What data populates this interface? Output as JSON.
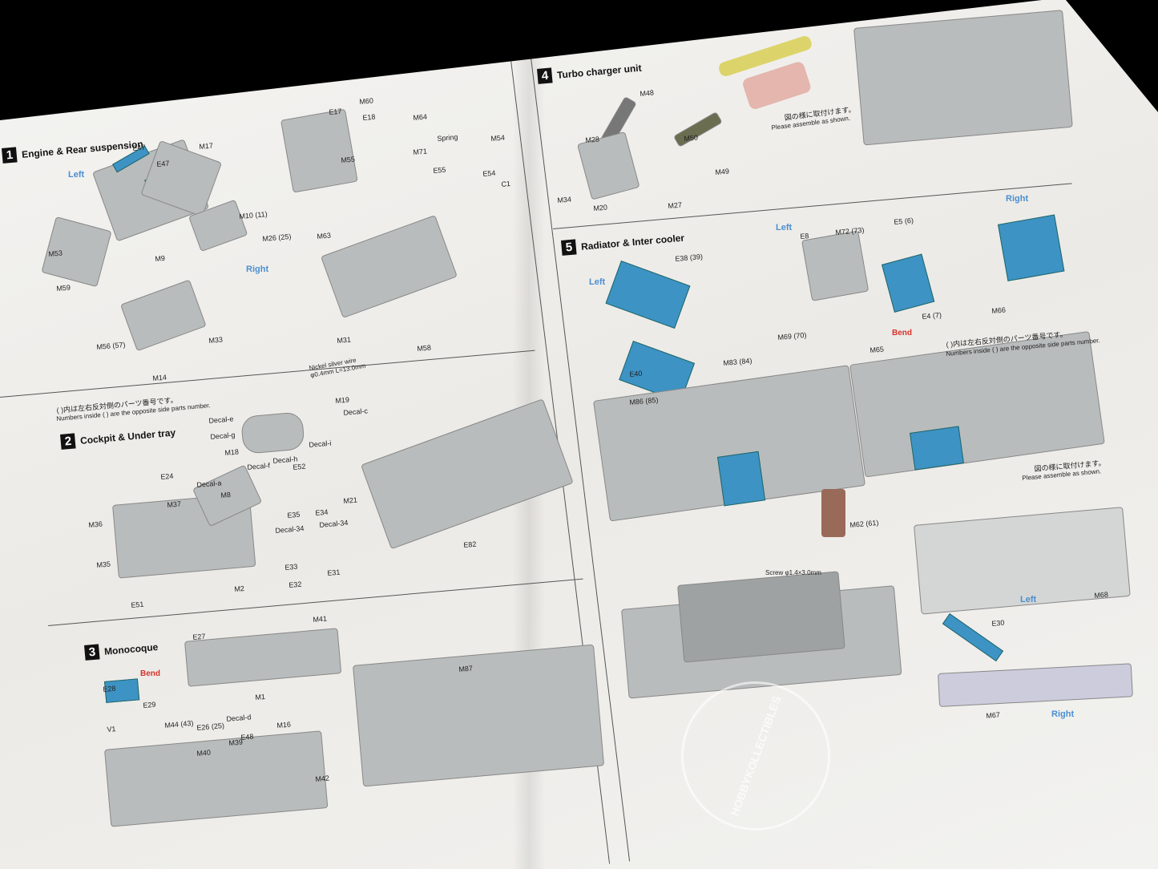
{
  "steps": [
    {
      "number": "1",
      "title": "Engine & Rear suspension"
    },
    {
      "number": "2",
      "title": "Cockpit & Under tray"
    },
    {
      "number": "3",
      "title": "Monocoque"
    },
    {
      "number": "4",
      "title": "Turbo charger unit"
    },
    {
      "number": "5",
      "title": "Radiator & Inter cooler"
    }
  ],
  "labels": {
    "left": "Left",
    "right": "Right",
    "bend": "Bend",
    "note_jp": "( )内は左右反対側のパーツ番号です。",
    "note_en": "Numbers inside ( ) are the opposite side parts number.",
    "assemble_jp": "図の様に取付けます。",
    "assemble_en": "Please assemble as shown.",
    "nickel": "Nickel silver wire φ0.4mm L=13.0mm",
    "screw": "Screw φ1.4×3.0mm"
  },
  "parts_step1": [
    "E47",
    "E47",
    "M17",
    "M10 (11)",
    "M26 (25)",
    "M53",
    "M9",
    "M59",
    "M56 (57)",
    "M14",
    "M33",
    "E17",
    "M60",
    "E18",
    "M64",
    "Spring",
    "M54",
    "M55",
    "M71",
    "E55",
    "E54",
    "C1",
    "M63",
    "M31",
    "M58"
  ],
  "parts_step2": [
    "Decal-e",
    "Decal-g",
    "M18",
    "Decal-f",
    "Decal-h",
    "M19",
    "Decal-c",
    "Decal-i",
    "E52",
    "E24",
    "M37",
    "Decal-a",
    "M8",
    "M36",
    "M35",
    "E51",
    "M2",
    "E35",
    "E34",
    "Decal-34",
    "Decal-34",
    "M21",
    "E33",
    "E32",
    "E31",
    "E82"
  ],
  "parts_step3": [
    "E27",
    "M41",
    "E28",
    "E29",
    "M1",
    "M44 (43)",
    "E26 (25)",
    "Decal-d",
    "V1",
    "M40",
    "M39",
    "E48",
    "M16",
    "M42",
    "M87"
  ],
  "parts_step4": [
    "M48",
    "M28",
    "M50",
    "M49",
    "M34",
    "M20",
    "M27"
  ],
  "parts_step5": [
    "E38 (39)",
    "M72 (73)",
    "E8",
    "E5 (6)",
    "M66",
    "E40",
    "M83 (84)",
    "M69 (70)",
    "M65",
    "E4 (7)",
    "M86 (85)",
    "M62 (61)",
    "M68",
    "E30",
    "M67"
  ],
  "watermark": "HOBBYKOLLECTIBLES",
  "colors": {
    "background": "#000000",
    "paper": "#f2f2f0",
    "part_blue": "#3d93c4",
    "leader_red": "#d8322c",
    "left_right_blue": "#4b8fd0"
  }
}
